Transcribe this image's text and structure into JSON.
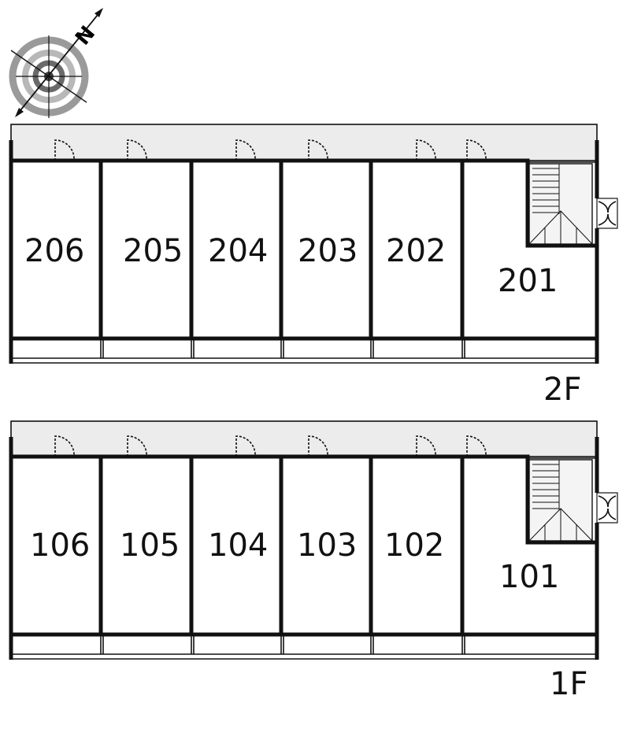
{
  "compass": {
    "north_label": "N",
    "icon": "compass-rose-icon"
  },
  "floors": [
    {
      "label": "2F",
      "units": [
        "206",
        "205",
        "204",
        "203",
        "202",
        "201"
      ]
    },
    {
      "label": "1F",
      "units": [
        "106",
        "105",
        "104",
        "103",
        "102",
        "101"
      ]
    }
  ],
  "colors": {
    "wall": "#111111",
    "corridor": "#ececec",
    "background": "#ffffff"
  }
}
